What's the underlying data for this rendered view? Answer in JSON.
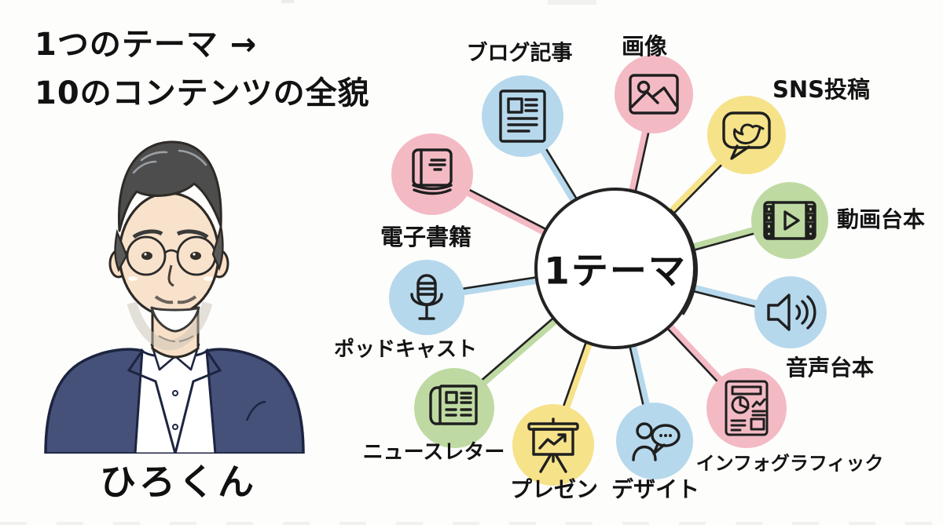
{
  "title": {
    "line1": "1つのテーマ →",
    "line2": "10のコンテンツの全貌"
  },
  "person": {
    "name": "ひろくん"
  },
  "diagram": {
    "center_label": "1テーマ",
    "palette": {
      "blue": "#b6d8ec",
      "pink": "#f3bac4",
      "yellow": "#f6e289",
      "green": "#bedaa2",
      "line": "#222222"
    },
    "nodes": [
      {
        "id": "blog",
        "label": "ブログ記事",
        "icon": "blog-article-icon",
        "color": "#b6d8ec"
      },
      {
        "id": "image",
        "label": "画像",
        "icon": "picture-icon",
        "color": "#f3bac4"
      },
      {
        "id": "sns",
        "label": "SNS投稿",
        "icon": "bird-speech-bubble-icon",
        "color": "#f6e289"
      },
      {
        "id": "video",
        "label": "動画台本",
        "icon": "film-strip-play-icon",
        "color": "#bedaa2"
      },
      {
        "id": "audio",
        "label": "音声台本",
        "icon": "speaker-sound-icon",
        "color": "#b6d8ec"
      },
      {
        "id": "infographic",
        "label": "インフォグラフィック",
        "icon": "chart-document-icon",
        "color": "#f3bac4"
      },
      {
        "id": "design",
        "label": "デザイト",
        "icon": "person-chat-icon",
        "color": "#b6d8ec"
      },
      {
        "id": "presentation",
        "label": "プレゼン",
        "icon": "presentation-board-icon",
        "color": "#f6e289"
      },
      {
        "id": "newsletter",
        "label": "ニュースレター",
        "icon": "newspaper-icon",
        "color": "#bedaa2"
      },
      {
        "id": "podcast",
        "label": "ポッドキャスト",
        "icon": "microphone-icon",
        "color": "#b6d8ec"
      },
      {
        "id": "ebook",
        "label": "電子書籍",
        "icon": "book-icon",
        "color": "#f3bac4"
      }
    ]
  }
}
